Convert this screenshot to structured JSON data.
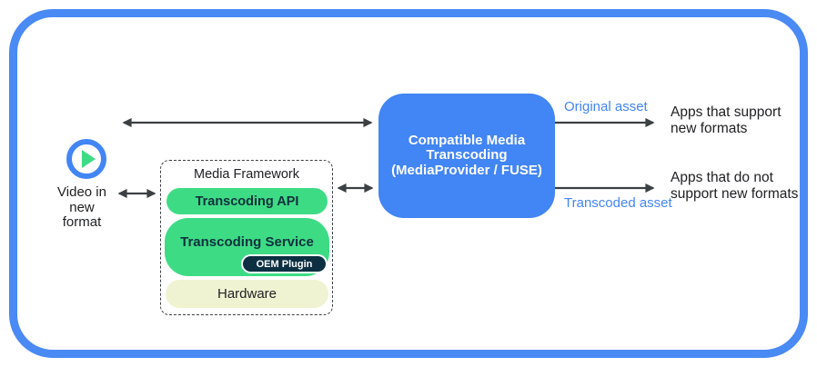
{
  "colors": {
    "frame_blue": "#4a8af4",
    "accent_blue": "#4285f4",
    "green": "#3ddc84",
    "plugin_navy": "#0c3042",
    "hardware_yellow": "#eff3d1",
    "arrow_gray": "#3c4043",
    "text_dark": "#202124"
  },
  "video_input": {
    "icon": "play-icon",
    "label_lines": [
      "Video in",
      "new",
      "format"
    ]
  },
  "media_framework": {
    "title": "Media Framework",
    "api_label": "Transcoding API",
    "service_label": "Transcoding Service",
    "oem_plugin_label": "OEM Plugin",
    "hardware_label": "Hardware"
  },
  "transcoding_box": {
    "lines": [
      "Compatible Media",
      "Transcoding",
      "(MediaProvider / FUSE)"
    ]
  },
  "outputs": {
    "original_asset_label": "Original asset",
    "transcoded_asset_label": "Transcoded asset",
    "apps_support": "Apps that support new formats",
    "apps_no_support": "Apps that do not support new formats"
  }
}
